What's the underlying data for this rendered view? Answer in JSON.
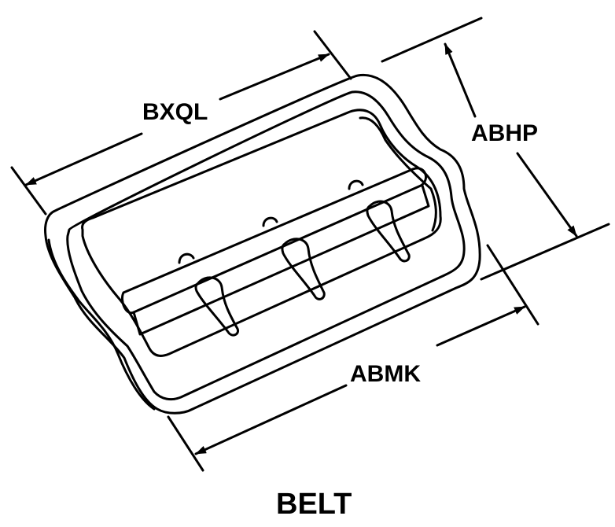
{
  "diagram": {
    "dimensions": {
      "top_length": "BXQL",
      "height": "ABHP",
      "bottom_length": "ABMK"
    },
    "caption": "BELT"
  },
  "colors": {
    "line": "#000000",
    "background": "#ffffff"
  }
}
